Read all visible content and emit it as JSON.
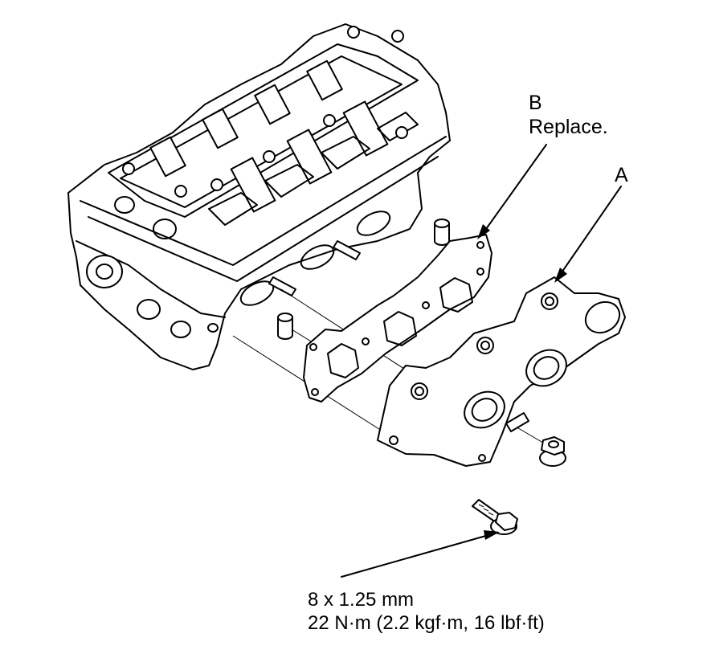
{
  "callouts": {
    "gasket_letter": "B",
    "gasket_note": "Replace.",
    "manifold_letter": "A"
  },
  "fastener_spec": {
    "size": "8 x 1.25 mm",
    "torque": "22 N·m (2.2 kgf·m, 16 lbf·ft)"
  },
  "colors": {
    "ink": "#000000",
    "paper": "#ffffff"
  }
}
